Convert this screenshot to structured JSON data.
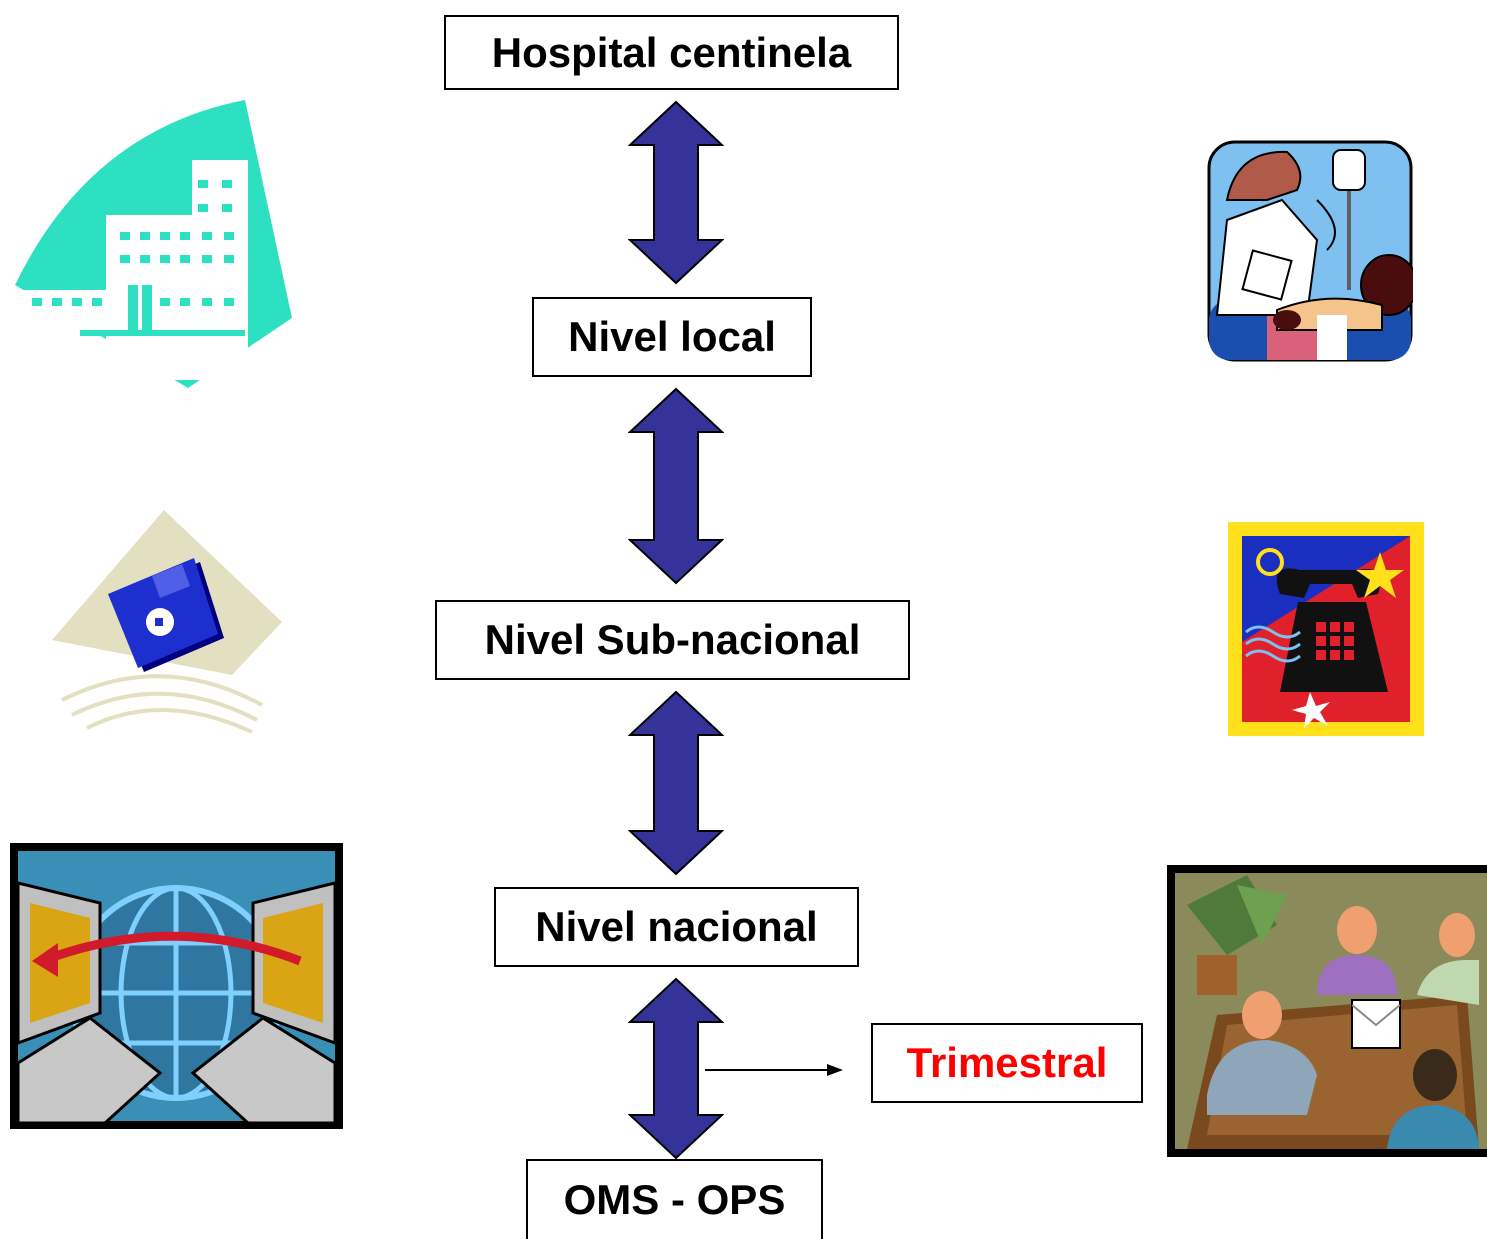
{
  "diagram": {
    "levels": [
      {
        "id": "hospital",
        "label": "Hospital centinela"
      },
      {
        "id": "local",
        "label": "Nivel local"
      },
      {
        "id": "subnacional",
        "label": "Nivel Sub-nacional"
      },
      {
        "id": "nacional",
        "label": "Nivel nacional"
      },
      {
        "id": "oms",
        "label": "OMS - OPS"
      }
    ],
    "frequency_label": "Trimestral",
    "frequency_color": "#ff0000",
    "arrow_color": "#333399"
  },
  "clipart": {
    "left": [
      "hospital-building-icon",
      "floppy-disk-icon",
      "networked-computers-globe-icon"
    ],
    "right": [
      "nurse-patient-iv-icon",
      "telephone-stamp-icon",
      "business-meeting-icon"
    ]
  }
}
